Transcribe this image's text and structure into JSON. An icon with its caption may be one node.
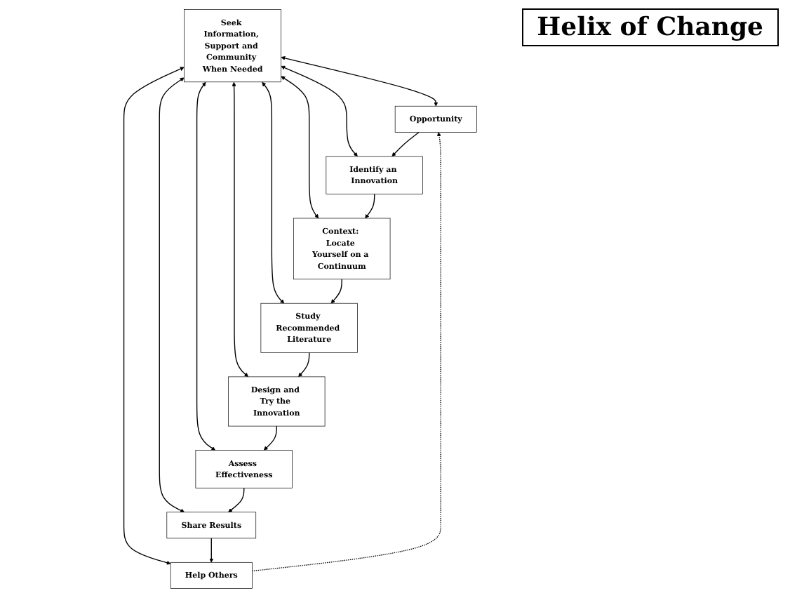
{
  "diagram": {
    "title": "Helix of Change",
    "nodes": [
      {
        "text": [
          "Opportunity"
        ]
      },
      {
        "text": [
          "Help Others"
        ]
      },
      {
        "text": [
          "Identify an Innovation"
        ]
      },
      {
        "text": [
          "Share Results"
        ]
      },
      {
        "text": [
          "Seek Information, Support and Community When Needed"
        ]
      },
      {
        "text": [
          "Context: Locate Yourself on a Continuum"
        ]
      },
      {
        "text": [
          "Assess Effectiveness"
        ]
      },
      {
        "text": [
          "Study Recommended Literature"
        ]
      },
      {
        "text": [
          "Design and Try the Innovation"
        ]
      }
    ],
    "edges": [
      {
        "from": 4,
        "to": 0,
        "arrow": "both"
      },
      {
        "from": 4,
        "to": 1,
        "arrow": "both"
      },
      {
        "from": 4,
        "to": 2,
        "arrow": "both"
      },
      {
        "from": 4,
        "to": 3,
        "arrow": "both"
      },
      {
        "from": 4,
        "to": 5,
        "arrow": "both"
      },
      {
        "from": 4,
        "to": 6,
        "arrow": "both"
      },
      {
        "from": 4,
        "to": 7,
        "arrow": "both"
      },
      {
        "from": 4,
        "to": 8,
        "arrow": "both"
      },
      {
        "from": 0,
        "to": 2,
        "arrow": "to"
      },
      {
        "from": 2,
        "to": 5,
        "arrow": "to"
      },
      {
        "from": 5,
        "to": 7,
        "arrow": "to"
      },
      {
        "from": 7,
        "to": 8,
        "arrow": "to"
      },
      {
        "from": 8,
        "to": 6,
        "arrow": "to"
      },
      {
        "from": 6,
        "to": 3,
        "arrow": "to"
      },
      {
        "from": 3,
        "to": 1,
        "arrow": "to"
      },
      {
        "from": 1,
        "to": 0,
        "arrow": "to",
        "style": "dashed"
      }
    ]
  }
}
